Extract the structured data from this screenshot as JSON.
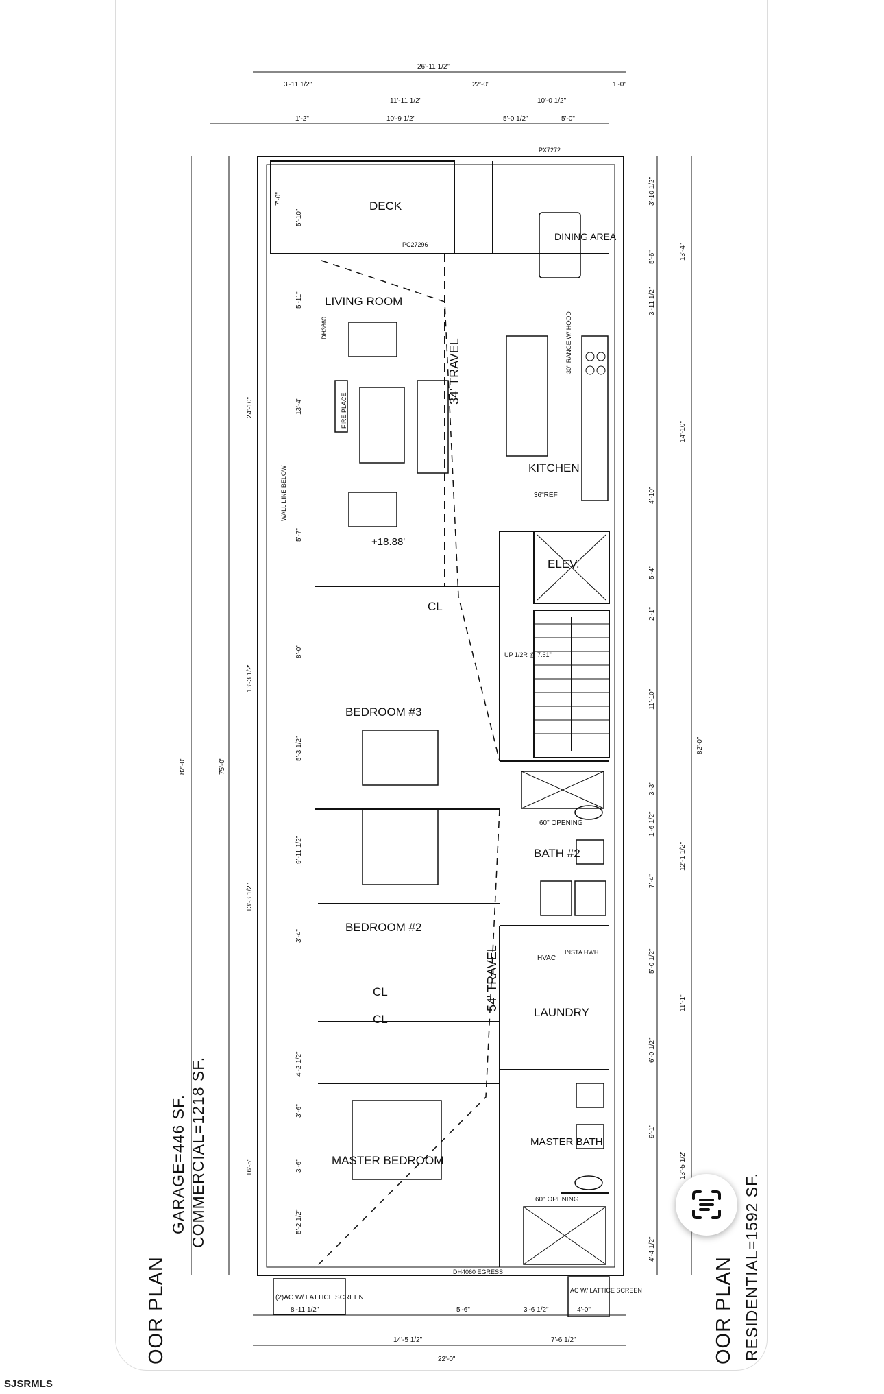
{
  "watermark": "SJSRMLS",
  "titles": {
    "floor_plan_left": "OOR PLAN",
    "garage": "GARAGE=446 SF.",
    "commercial": "COMMERCIAL=1218 SF.",
    "floor_plan_right": "OOR PLAN",
    "residential": "RESIDENTIAL=1592 SF."
  },
  "rooms": {
    "deck": "DECK",
    "dining": "DINING AREA",
    "living": "LIVING ROOM",
    "kitchen": "KITCHEN",
    "elev": "ELEV.",
    "bedroom3": "BEDROOM #3",
    "bedroom2": "BEDROOM #2",
    "closet_a": "CL",
    "closet_b": "CL",
    "closet_c": "CL",
    "bath2": "BATH #2",
    "laundry": "LAUNDRY",
    "master_bath": "MASTER BATH",
    "master_bed": "MASTER BEDROOM",
    "ac_left": "(2)AC W/ LATTICE SCREEN",
    "ac_right": "AC W/ LATTICE SCREEN"
  },
  "notes": {
    "travel_34": "34' TRAVEL",
    "travel_54": "54' TRAVEL",
    "elevation": "+18.88'",
    "wall_line": "WALL LINE BELOW",
    "fire_place": "FIRE PLACE",
    "ref": "36\"REF",
    "range": "30\" RANGE W/ HOOD",
    "opening_a": "60\" OPENING",
    "opening_b": "60\" OPENING",
    "hvac": "HVAC",
    "insta": "INSTA HWH",
    "dh3660": "DH3660",
    "dh4060": "DH4060 EGRESS",
    "px": "PX7272",
    "pc": "PC27296",
    "up": "UP 1/2R @ 7.61\""
  },
  "dims": {
    "top": [
      "26'-11 1/2\"",
      "3'-11 1/2\"",
      "22'-0\"",
      "1'-0\"",
      "11'-11 1/2\"",
      "10'-0 1/2\"",
      "1'-2\"",
      "10'-9 1/2\"",
      "5'-0 1/2\"",
      "5'-0\""
    ],
    "bottom": [
      "8'-11 1/2\"",
      "5'-6\"",
      "3'-6 1/2\"",
      "4'-0\"",
      "14'-5 1/2\"",
      "7'-6 1/2\"",
      "22'-0\""
    ],
    "left": [
      "82'-0\"",
      "75'-0\"",
      "24'-10\"",
      "13'-3 1/2\"",
      "13'-3 1/2\"",
      "16'-5\"",
      "7'-0\"",
      "5'-10\"",
      "5'-11\"",
      "13'-4\"",
      "5'-7\"",
      "8'-0\"",
      "5'-3 1/2\"",
      "9'-11 1/2\"",
      "3'-4\"",
      "4'-2 1/2\"",
      "3'-6\"",
      "3'-6\"",
      "5'-2 1/2\""
    ],
    "right": [
      "82'-0\"",
      "3'-10 1/2\"",
      "5'-6\"",
      "3'-11 1/2\"",
      "13'-4\"",
      "14'-10\"",
      "4'-10\"",
      "5'-4\"",
      "2'-1\"",
      "11'-10\"",
      "3'-3\"",
      "1'-6 1/2\"",
      "12'-1 1/2\"",
      "7'-4\"",
      "5'-0 1/2\"",
      "11'-1\"",
      "6'-0 1/2\"",
      "9'-1\"",
      "13'-5 1/2\"",
      "4'-4 1/2\""
    ]
  }
}
